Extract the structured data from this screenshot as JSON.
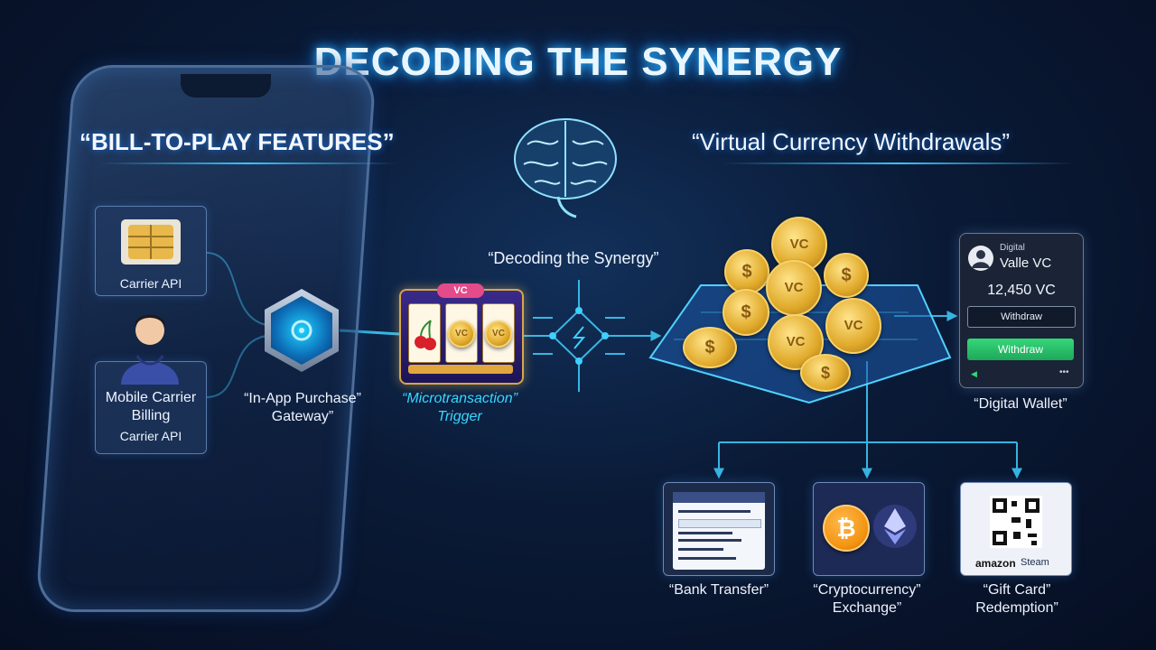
{
  "title": "DECODING THE SYNERGY",
  "left": {
    "heading": "“BILL-TO-PLAY FEATURES”",
    "carrier_api_top": "Carrier API",
    "billing_label": "Mobile Carrier\nBilling",
    "carrier_api_bottom": "Carrier API",
    "gateway_label": "“In-App Purchase”\nGateway”",
    "trigger_label": "“Microtransaction”\nTrigger",
    "slot_badge": "VC",
    "slot_reel_text": "VC"
  },
  "center": {
    "synergy_label": "“Decoding the Synergy”"
  },
  "right": {
    "heading": "“Virtual Currency Withdrawals”",
    "coin_text": "VC",
    "wallet": {
      "small_label": "Digital",
      "name": "Valle VC",
      "balance": "12,450 VC",
      "withdraw_outline": "Withdraw",
      "withdraw_green": "Withdraw",
      "caption": "“Digital Wallet”"
    },
    "destinations": [
      {
        "label": "“Bank Transfer”"
      },
      {
        "label": "“Cryptocurrency”\nExchange”"
      },
      {
        "label": "“Gift Card”\nRedemption”"
      }
    ],
    "gift_brands": {
      "amazon": "amazon",
      "steam": "Steam"
    }
  },
  "colors": {
    "accent_cyan": "#36c8ff",
    "gold": "#f2c14a",
    "wallet_green": "#27c06a"
  }
}
